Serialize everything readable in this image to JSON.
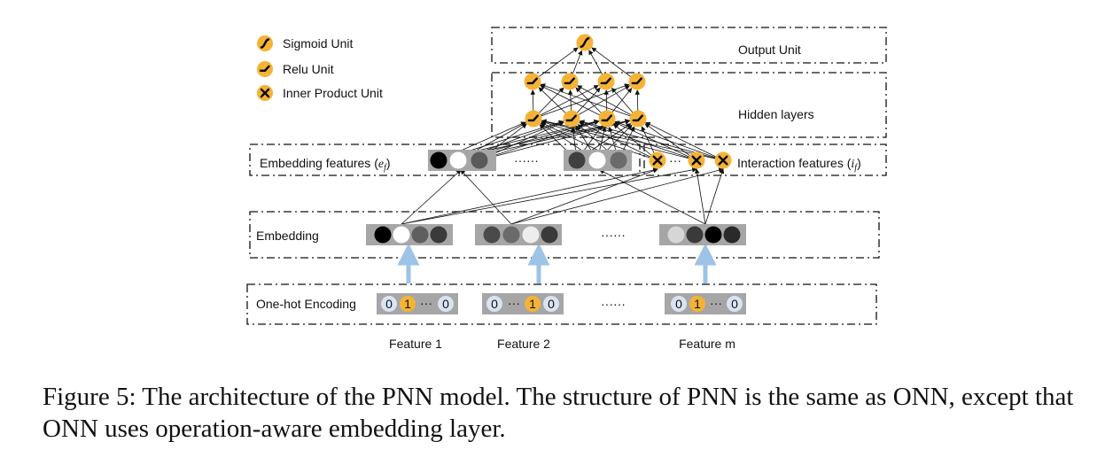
{
  "legend": {
    "sigmoid_label": "Sigmoid Unit",
    "relu_label": "Relu Unit",
    "inner_product_label": "Inner Product Unit"
  },
  "layers": {
    "output_label": "Output Unit",
    "hidden_label": "Hidden layers",
    "embedding_features_label": "Embedding features (",
    "embedding_features_symbol": "e",
    "embedding_features_subscript": "f",
    "interaction_features_label": "Interaction features (",
    "interaction_features_symbol": "i",
    "interaction_features_subscript": "f",
    "close_paren": ")",
    "embedding_label": "Embedding",
    "onehot_label": "One-hot Encoding"
  },
  "ellipsis_wide": "······",
  "ellipsis_short": "···",
  "onehot_values": {
    "f1": [
      "0",
      "1",
      "0"
    ],
    "f2": [
      "0",
      "1",
      "0"
    ],
    "fm": [
      "0",
      "1",
      "0"
    ]
  },
  "features": [
    "Feature 1",
    "Feature 2",
    "Feature m"
  ],
  "caption": "Figure 5: The architecture of the PNN model. The structure of PNN is the same as ONN, except that ONN uses operation-aware embedding layer.",
  "colors": {
    "unit": "#f5b335",
    "grey_box": "#a6a6a6",
    "arrow": "#9dc3e6",
    "zero_bubble": "#dae3f3"
  }
}
